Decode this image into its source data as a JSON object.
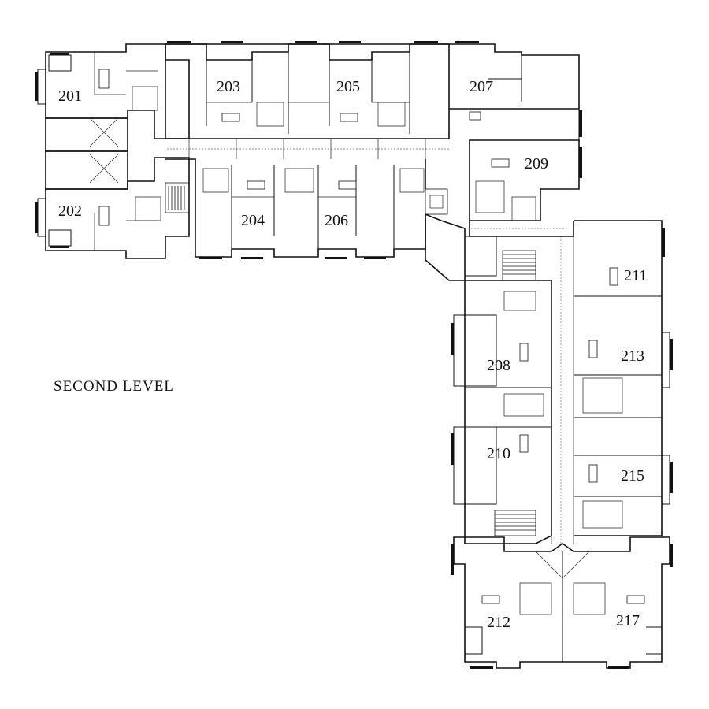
{
  "plan": {
    "title": "SECOND LEVEL",
    "units": [
      "201",
      "202",
      "203",
      "204",
      "205",
      "206",
      "207",
      "209",
      "211",
      "208",
      "213",
      "210",
      "215",
      "212",
      "217"
    ]
  }
}
